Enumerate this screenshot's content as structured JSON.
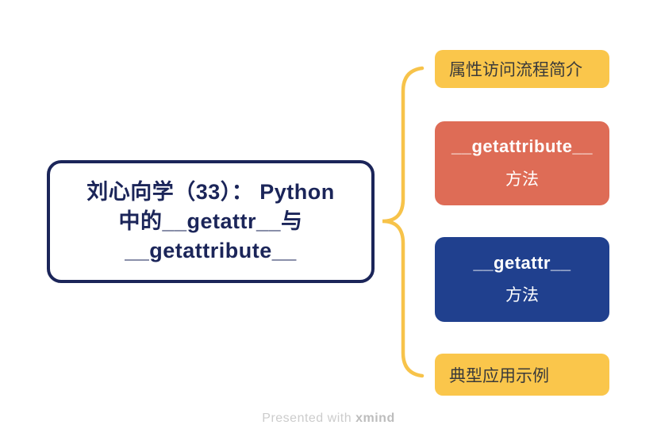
{
  "app": "xmind-mindmap",
  "colors": {
    "navy": "#1B2559",
    "yellow": "#FAC64B",
    "orange": "#DE6C56",
    "blue": "#20408E",
    "brace_yellow": "#F7C34A",
    "watermark_gray": "#CCCCCC",
    "background": "#FFFFFF"
  },
  "center_topic": {
    "lines": {
      "0": "刘心向学（33）： Python",
      "1": "中的__getattr__与",
      "2": "__getattribute__"
    }
  },
  "branches": {
    "0": {
      "label": "属性访问流程简介"
    },
    "1": {
      "lines": {
        "0": "__getattribute__",
        "1": "方法"
      }
    },
    "2": {
      "lines": {
        "0": "__getattr__",
        "1": "方法"
      }
    },
    "3": {
      "label": "典型应用示例"
    }
  },
  "watermark": {
    "prefix": "Presented with",
    "brand": "xmind"
  }
}
